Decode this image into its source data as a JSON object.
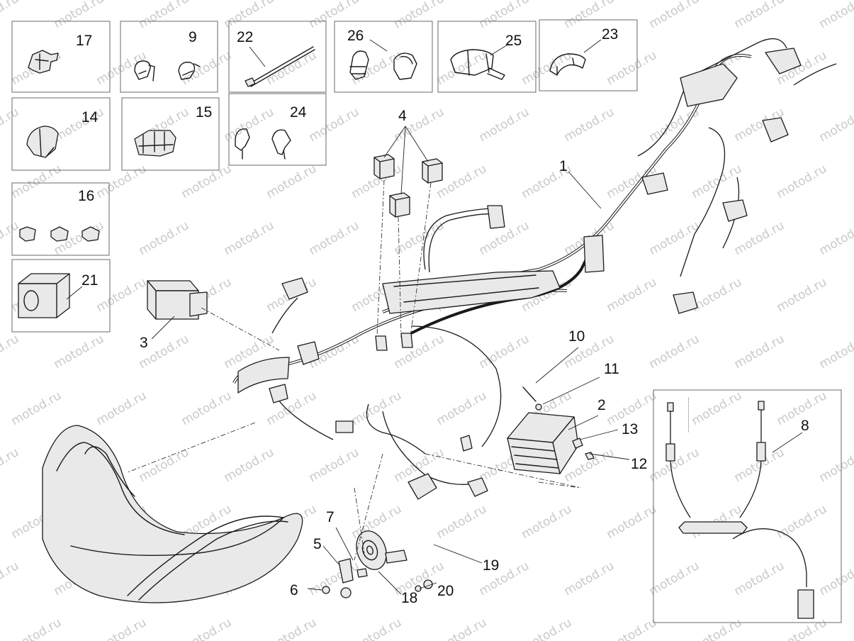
{
  "watermark": "motod.ru",
  "labels": {
    "n1": "1",
    "n2": "2",
    "n3": "3",
    "n4": "4",
    "n5": "5",
    "n6": "6",
    "n7": "7",
    "n8": "8",
    "n9": "9",
    "n10": "10",
    "n11": "11",
    "n12": "12",
    "n13": "13",
    "n14": "14",
    "n15": "15",
    "n16": "16",
    "n17": "17",
    "n18": "18",
    "n19": "19",
    "n20": "20",
    "n21": "21",
    "n22": "22",
    "n23": "23",
    "n24": "24",
    "n25": "25",
    "n26": "26"
  }
}
